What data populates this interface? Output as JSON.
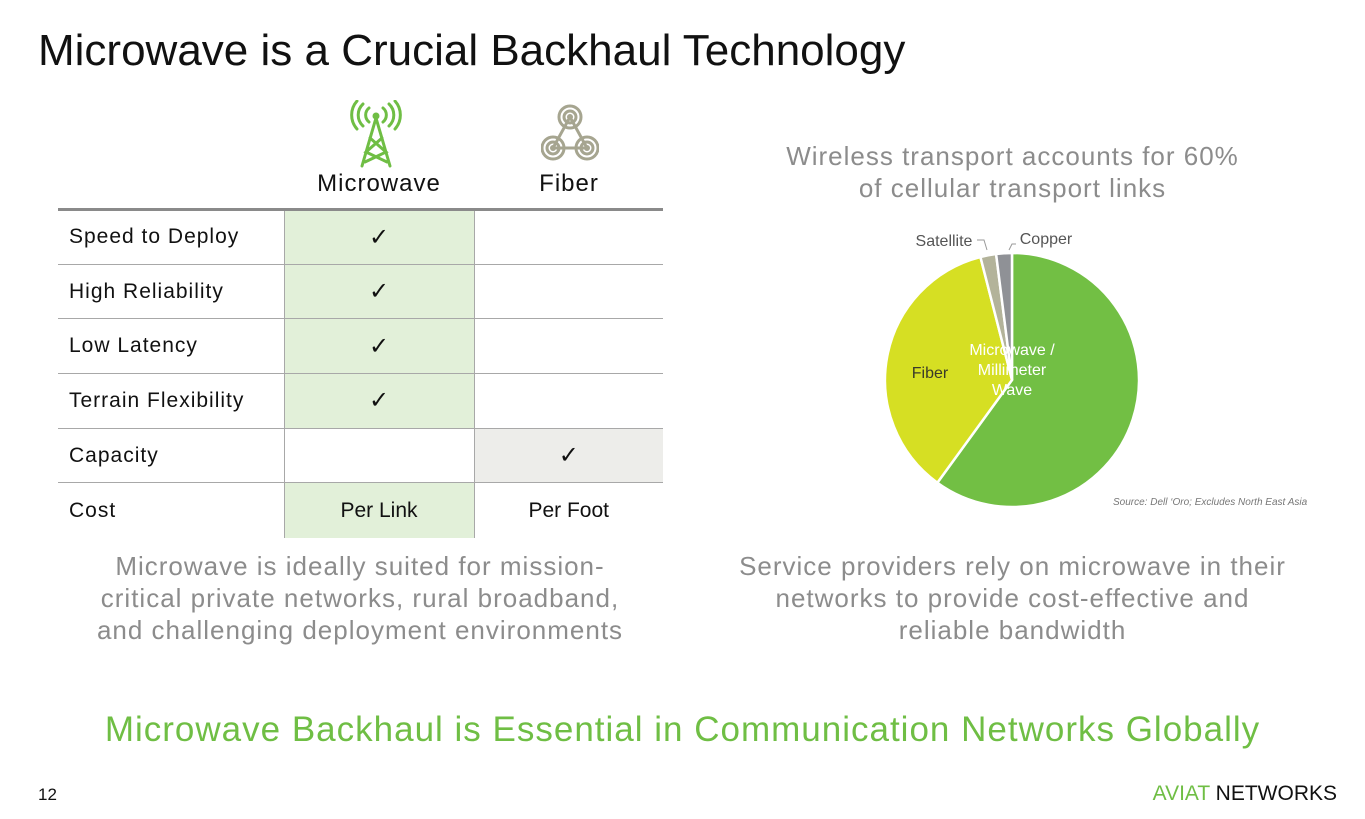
{
  "title": "Microwave is a Crucial Backhaul Technology",
  "table": {
    "columns": [
      "Microwave",
      "Fiber"
    ],
    "rows": [
      {
        "label": "Speed to Deploy",
        "microwave": "✓",
        "fiber": ""
      },
      {
        "label": "High Reliability",
        "microwave": "✓",
        "fiber": ""
      },
      {
        "label": "Low Latency",
        "microwave": "✓",
        "fiber": ""
      },
      {
        "label": "Terrain Flexibility",
        "microwave": "✓",
        "fiber": ""
      },
      {
        "label": "Capacity",
        "microwave": "",
        "fiber": "✓"
      },
      {
        "label": "Cost",
        "microwave": "Per Link",
        "fiber": "Per Foot"
      }
    ]
  },
  "left_caption": [
    "Microwave is ideally suited for mission-",
    "critical private networks, rural broadband,",
    "and challenging deployment environments"
  ],
  "right_caption": [
    "Service providers rely on microwave in their",
    "networks to provide cost-effective and",
    "reliable bandwidth"
  ],
  "chart_data": {
    "type": "pie",
    "title": [
      "Wireless transport accounts for 60%",
      "of cellular transport links"
    ],
    "labels": [
      "Microwave / Millimeter Wave",
      "Fiber",
      "Satellite",
      "Copper"
    ],
    "label_lines": [
      [
        "Microwave /",
        "Millimeter",
        "Wave"
      ],
      [
        "Fiber"
      ],
      [
        "Satellite"
      ],
      [
        "Copper"
      ]
    ],
    "values": [
      60,
      36,
      2,
      2
    ],
    "colors": [
      "#72bf44",
      "#d6df23",
      "#b3b39a",
      "#8f9196"
    ],
    "source": "Source: Dell ‘Oro; Excludes North East Asia"
  },
  "tagline": "Microwave Backhaul is Essential in Communication Networks Globally",
  "page_number": "12",
  "logo": {
    "part1": "AVIAT",
    "part2": " NETWORKS"
  }
}
